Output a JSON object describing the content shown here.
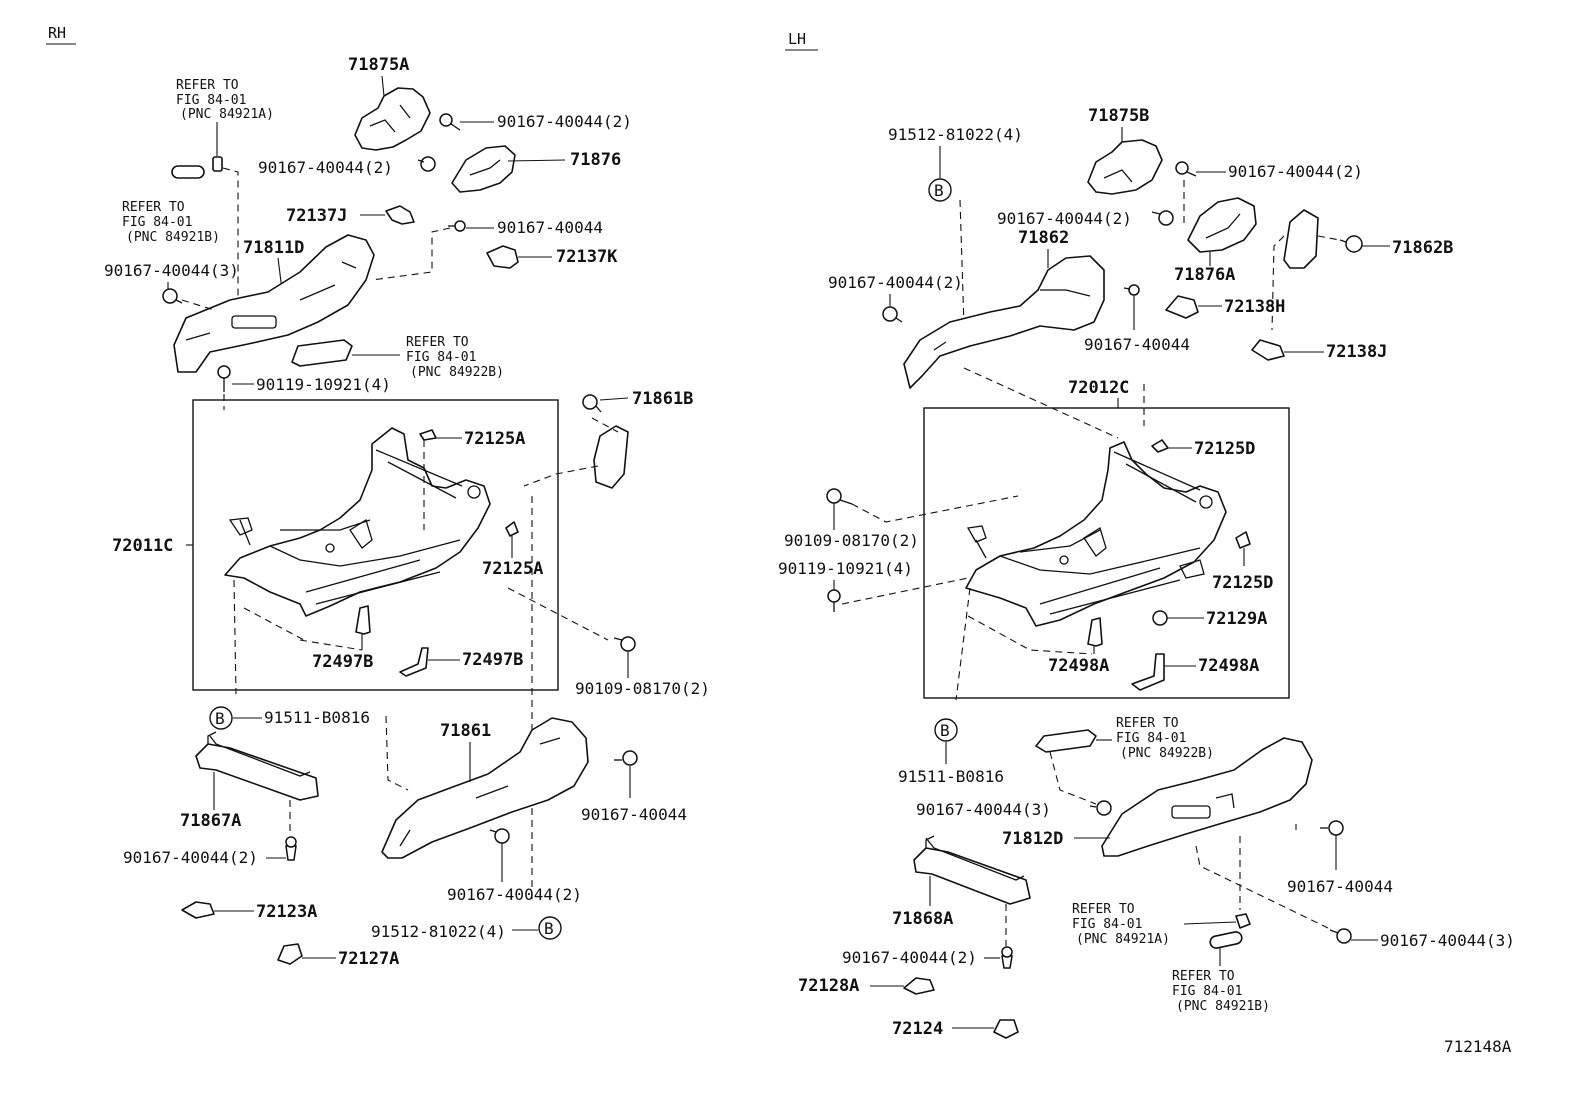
{
  "sections": {
    "rh": "RH",
    "lh": "LH"
  },
  "diagram_id": "712148A",
  "rh": {
    "p71875A": "71875A",
    "p90167_40044_2a": "90167-40044(2)",
    "p90167_40044_2b": "90167-40044(2)",
    "p71876": "71876",
    "p72137J": "72137J",
    "p90167_40044": "90167-40044",
    "p72137K": "72137K",
    "p71811D": "71811D",
    "p90167_40044_3": "90167-40044(3)",
    "p90119_10921_4": "90119-10921(4)",
    "p71861B": "71861B",
    "p72125A_1": "72125A",
    "p72011C": "72011C",
    "p72125A_2": "72125A",
    "p72497B_1": "72497B",
    "p72497B_2": "72497B",
    "p90109_08170_2": "90109-08170(2)",
    "b_label": "B",
    "p91511_B0816": "91511-B0816",
    "p71861": "71861",
    "p90167_40044_b": "90167-40044",
    "p71867A": "71867A",
    "p90167_40044_2c": "90167-40044(2)",
    "p90167_40044_2d": "90167-40044(2)",
    "p72123A": "72123A",
    "p91512_81022_4": "91512-81022(4)",
    "b_label2": "B",
    "p72127A": "72127A",
    "ref1": [
      "REFER TO",
      "FIG 84-01",
      "(PNC 84921A)"
    ],
    "ref2": [
      "REFER TO",
      "FIG 84-01",
      "(PNC 84921B)"
    ],
    "ref3": [
      "REFER TO",
      "FIG 84-01",
      "(PNC 84922B)"
    ]
  },
  "lh": {
    "p71875B": "71875B",
    "p91512_81022_4": "91512-81022(4)",
    "b_label": "B",
    "p90167_40044_2a": "90167-40044(2)",
    "p90167_40044_2b": "90167-40044(2)",
    "p71862": "71862",
    "p71876A": "71876A",
    "p71862B": "71862B",
    "p90167_40044_2c": "90167-40044(2)",
    "p72138H": "72138H",
    "p90167_40044": "90167-40044",
    "p72138J": "72138J",
    "p72012C": "72012C",
    "p72125D_1": "72125D",
    "p90109_08170_2": "90109-08170(2)",
    "p90119_10921_4": "90119-10921(4)",
    "p72125D_2": "72125D",
    "p72129A": "72129A",
    "p72498A_1": "72498A",
    "p72498A_2": "72498A",
    "b_label2": "B",
    "p91511_B0816": "91511-B0816",
    "p90167_40044_3a": "90167-40044(3)",
    "p71812D": "71812D",
    "p90167_40044_b": "90167-40044",
    "p71868A": "71868A",
    "p90167_40044_3b": "90167-40044(3)",
    "p90167_40044_2d": "90167-40044(2)",
    "p72128A": "72128A",
    "p72124": "72124",
    "ref1": [
      "REFER TO",
      "FIG 84-01",
      "(PNC 84922B)"
    ],
    "ref2": [
      "REFER TO",
      "FIG 84-01",
      "(PNC 84921A)"
    ],
    "ref3": [
      "REFER TO",
      "FIG 84-01",
      "(PNC 84921B)"
    ]
  }
}
